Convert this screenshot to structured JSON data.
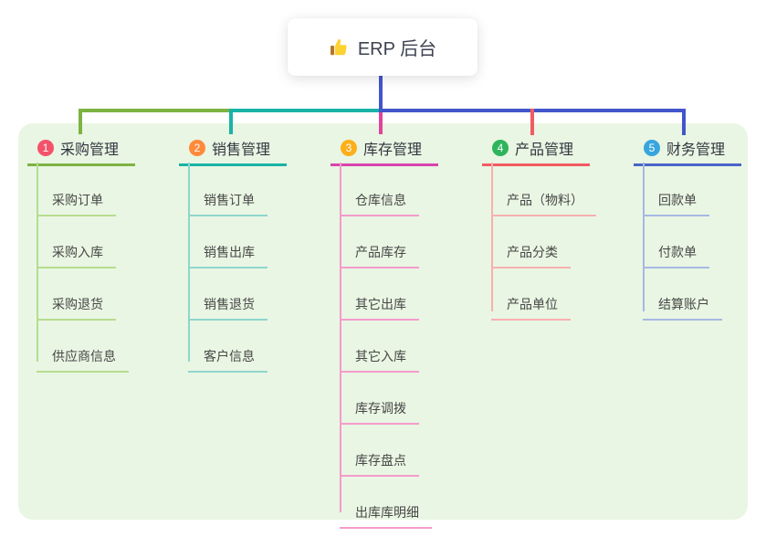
{
  "root": {
    "label": "ERP 后台",
    "icon": "thumbs-up-icon"
  },
  "panel_background": "#e9f6e3",
  "connector_colors": {
    "root_stem": "#4355cb",
    "branch1": "#7cb342",
    "branch2": "#19b3a6",
    "branch3": "#e0459a",
    "branch4": "#f25b62",
    "branch5": "#4355cb"
  },
  "branches": [
    {
      "num": "1",
      "label": "采购管理",
      "badge_color": "#f4526b",
      "line_color": "#7cb342",
      "sub_line_color": "#b7dc8f",
      "items": [
        "采购订单",
        "采购入库",
        "采购退货",
        "供应商信息"
      ]
    },
    {
      "num": "2",
      "label": "销售管理",
      "badge_color": "#ff8a3c",
      "line_color": "#19b3a6",
      "sub_line_color": "#8ed6cd",
      "items": [
        "销售订单",
        "销售出库",
        "销售退货",
        "客户信息"
      ]
    },
    {
      "num": "3",
      "label": "库存管理",
      "badge_color": "#fcaf1b",
      "line_color": "#d944ae",
      "sub_line_color": "#f49ccb",
      "items": [
        "仓库信息",
        "产品库存",
        "其它出库",
        "其它入库",
        "库存调拨",
        "库存盘点",
        "出库库明细"
      ]
    },
    {
      "num": "4",
      "label": "产品管理",
      "badge_color": "#2eb45c",
      "line_color": "#f25b62",
      "sub_line_color": "#f8b0b0",
      "items": [
        "产品（物料）",
        "产品分类",
        "产品单位"
      ]
    },
    {
      "num": "5",
      "label": "财务管理",
      "badge_color": "#38a5dd",
      "line_color": "#4a63c8",
      "sub_line_color": "#a6b8e4",
      "items": [
        "回款单",
        "付款单",
        "结算账户"
      ]
    }
  ]
}
